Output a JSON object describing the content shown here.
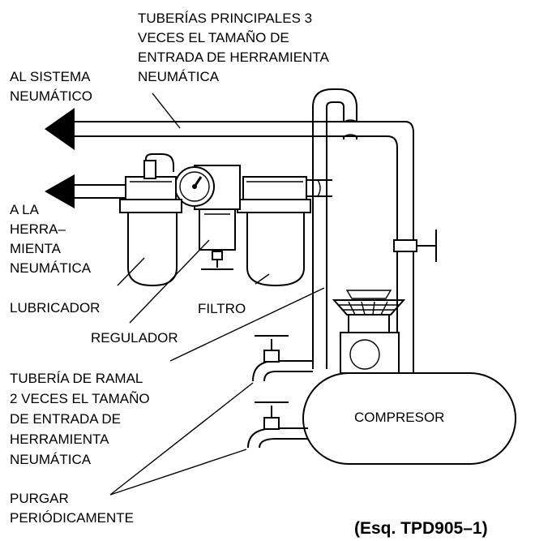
{
  "labels": {
    "main_pipes": [
      "TUBERÍAS PRINCIPALES 3",
      "VECES EL TAMAÑO DE",
      "ENTRADA DE HERRAMIENTA",
      "NEUMÁTICA"
    ],
    "to_system": [
      "AL SISTEMA",
      "NEUMÁTICO"
    ],
    "to_tool": [
      "A LA",
      "HERRA–",
      "MIENTA",
      "NEUMÁTICA"
    ],
    "lubricator": "LUBRICADOR",
    "filter": "FILTRO",
    "regulator": "REGULADOR",
    "branch_pipe": [
      "TUBERÍA DE RAMAL",
      "2 VECES EL TAMAÑO",
      "DE ENTRADA DE",
      "HERRAMIENTA",
      "NEUMÁTICA"
    ],
    "compressor": "COMPRESOR",
    "drain": [
      "PURGAR",
      "PERIÓDICAMENTE"
    ],
    "figure_ref": "(Esq. TPD905–1)"
  }
}
